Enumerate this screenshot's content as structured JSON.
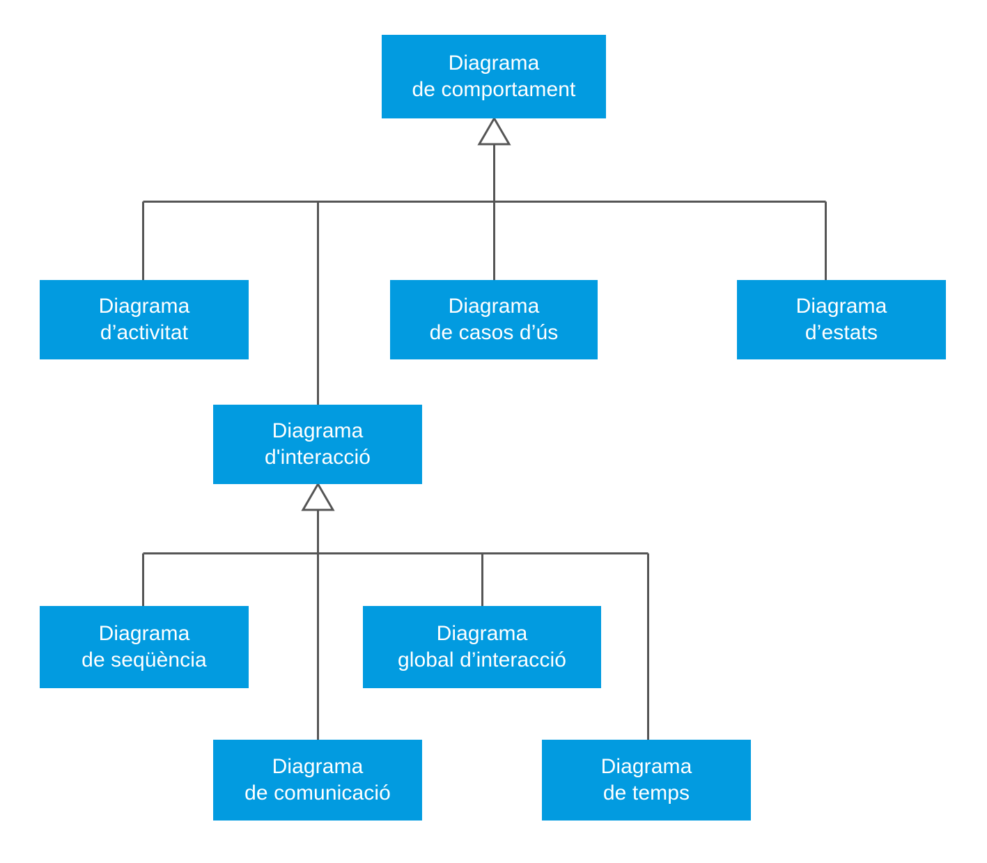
{
  "diagram": {
    "type": "uml-generalization-hierarchy",
    "language": "ca",
    "colors": {
      "node_fill": "#029BE0",
      "node_text": "#FFFFFF",
      "edge_stroke": "#555555",
      "arrowhead_fill": "#FFFFFF",
      "background": "#FFFFFF"
    },
    "nodes": [
      {
        "id": "comportament",
        "label": "Diagrama\nde comportament",
        "level": 0
      },
      {
        "id": "activitat",
        "label": "Diagrama\nd’activitat",
        "level": 1
      },
      {
        "id": "casos-us",
        "label": "Diagrama\nde casos d’ús",
        "level": 1
      },
      {
        "id": "estats",
        "label": "Diagrama\nd’estats",
        "level": 1
      },
      {
        "id": "interaccio",
        "label": "Diagrama\nd'interacció",
        "level": 1
      },
      {
        "id": "sequencia",
        "label": "Diagrama\nde seqüència",
        "level": 2
      },
      {
        "id": "global-interaccio",
        "label": "Diagrama\nglobal d’interacció",
        "level": 2
      },
      {
        "id": "comunicacio",
        "label": "Diagrama\nde comunicació",
        "level": 2
      },
      {
        "id": "temps",
        "label": "Diagrama\nde temps",
        "level": 2
      }
    ],
    "edges": [
      {
        "from": "activitat",
        "to": "comportament",
        "kind": "generalization"
      },
      {
        "from": "casos-us",
        "to": "comportament",
        "kind": "generalization"
      },
      {
        "from": "estats",
        "to": "comportament",
        "kind": "generalization"
      },
      {
        "from": "interaccio",
        "to": "comportament",
        "kind": "generalization"
      },
      {
        "from": "sequencia",
        "to": "interaccio",
        "kind": "generalization"
      },
      {
        "from": "global-interaccio",
        "to": "interaccio",
        "kind": "generalization"
      },
      {
        "from": "comunicacio",
        "to": "interaccio",
        "kind": "generalization"
      },
      {
        "from": "temps",
        "to": "interaccio",
        "kind": "generalization"
      }
    ]
  }
}
